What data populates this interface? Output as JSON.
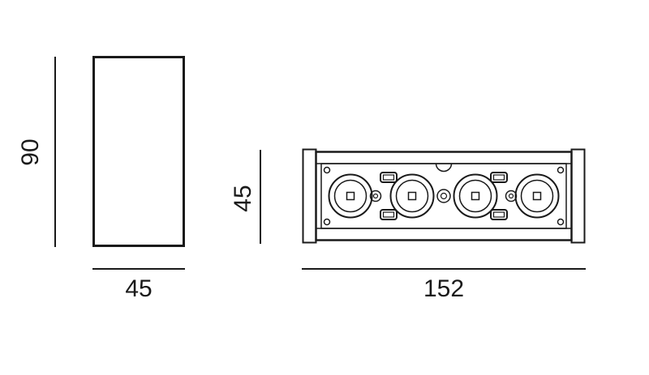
{
  "diagram": {
    "line_color": "#1a1a1a",
    "side_view": {
      "height_label": "90",
      "width_label": "45"
    },
    "front_view": {
      "height_label": "45",
      "width_label": "152"
    }
  }
}
